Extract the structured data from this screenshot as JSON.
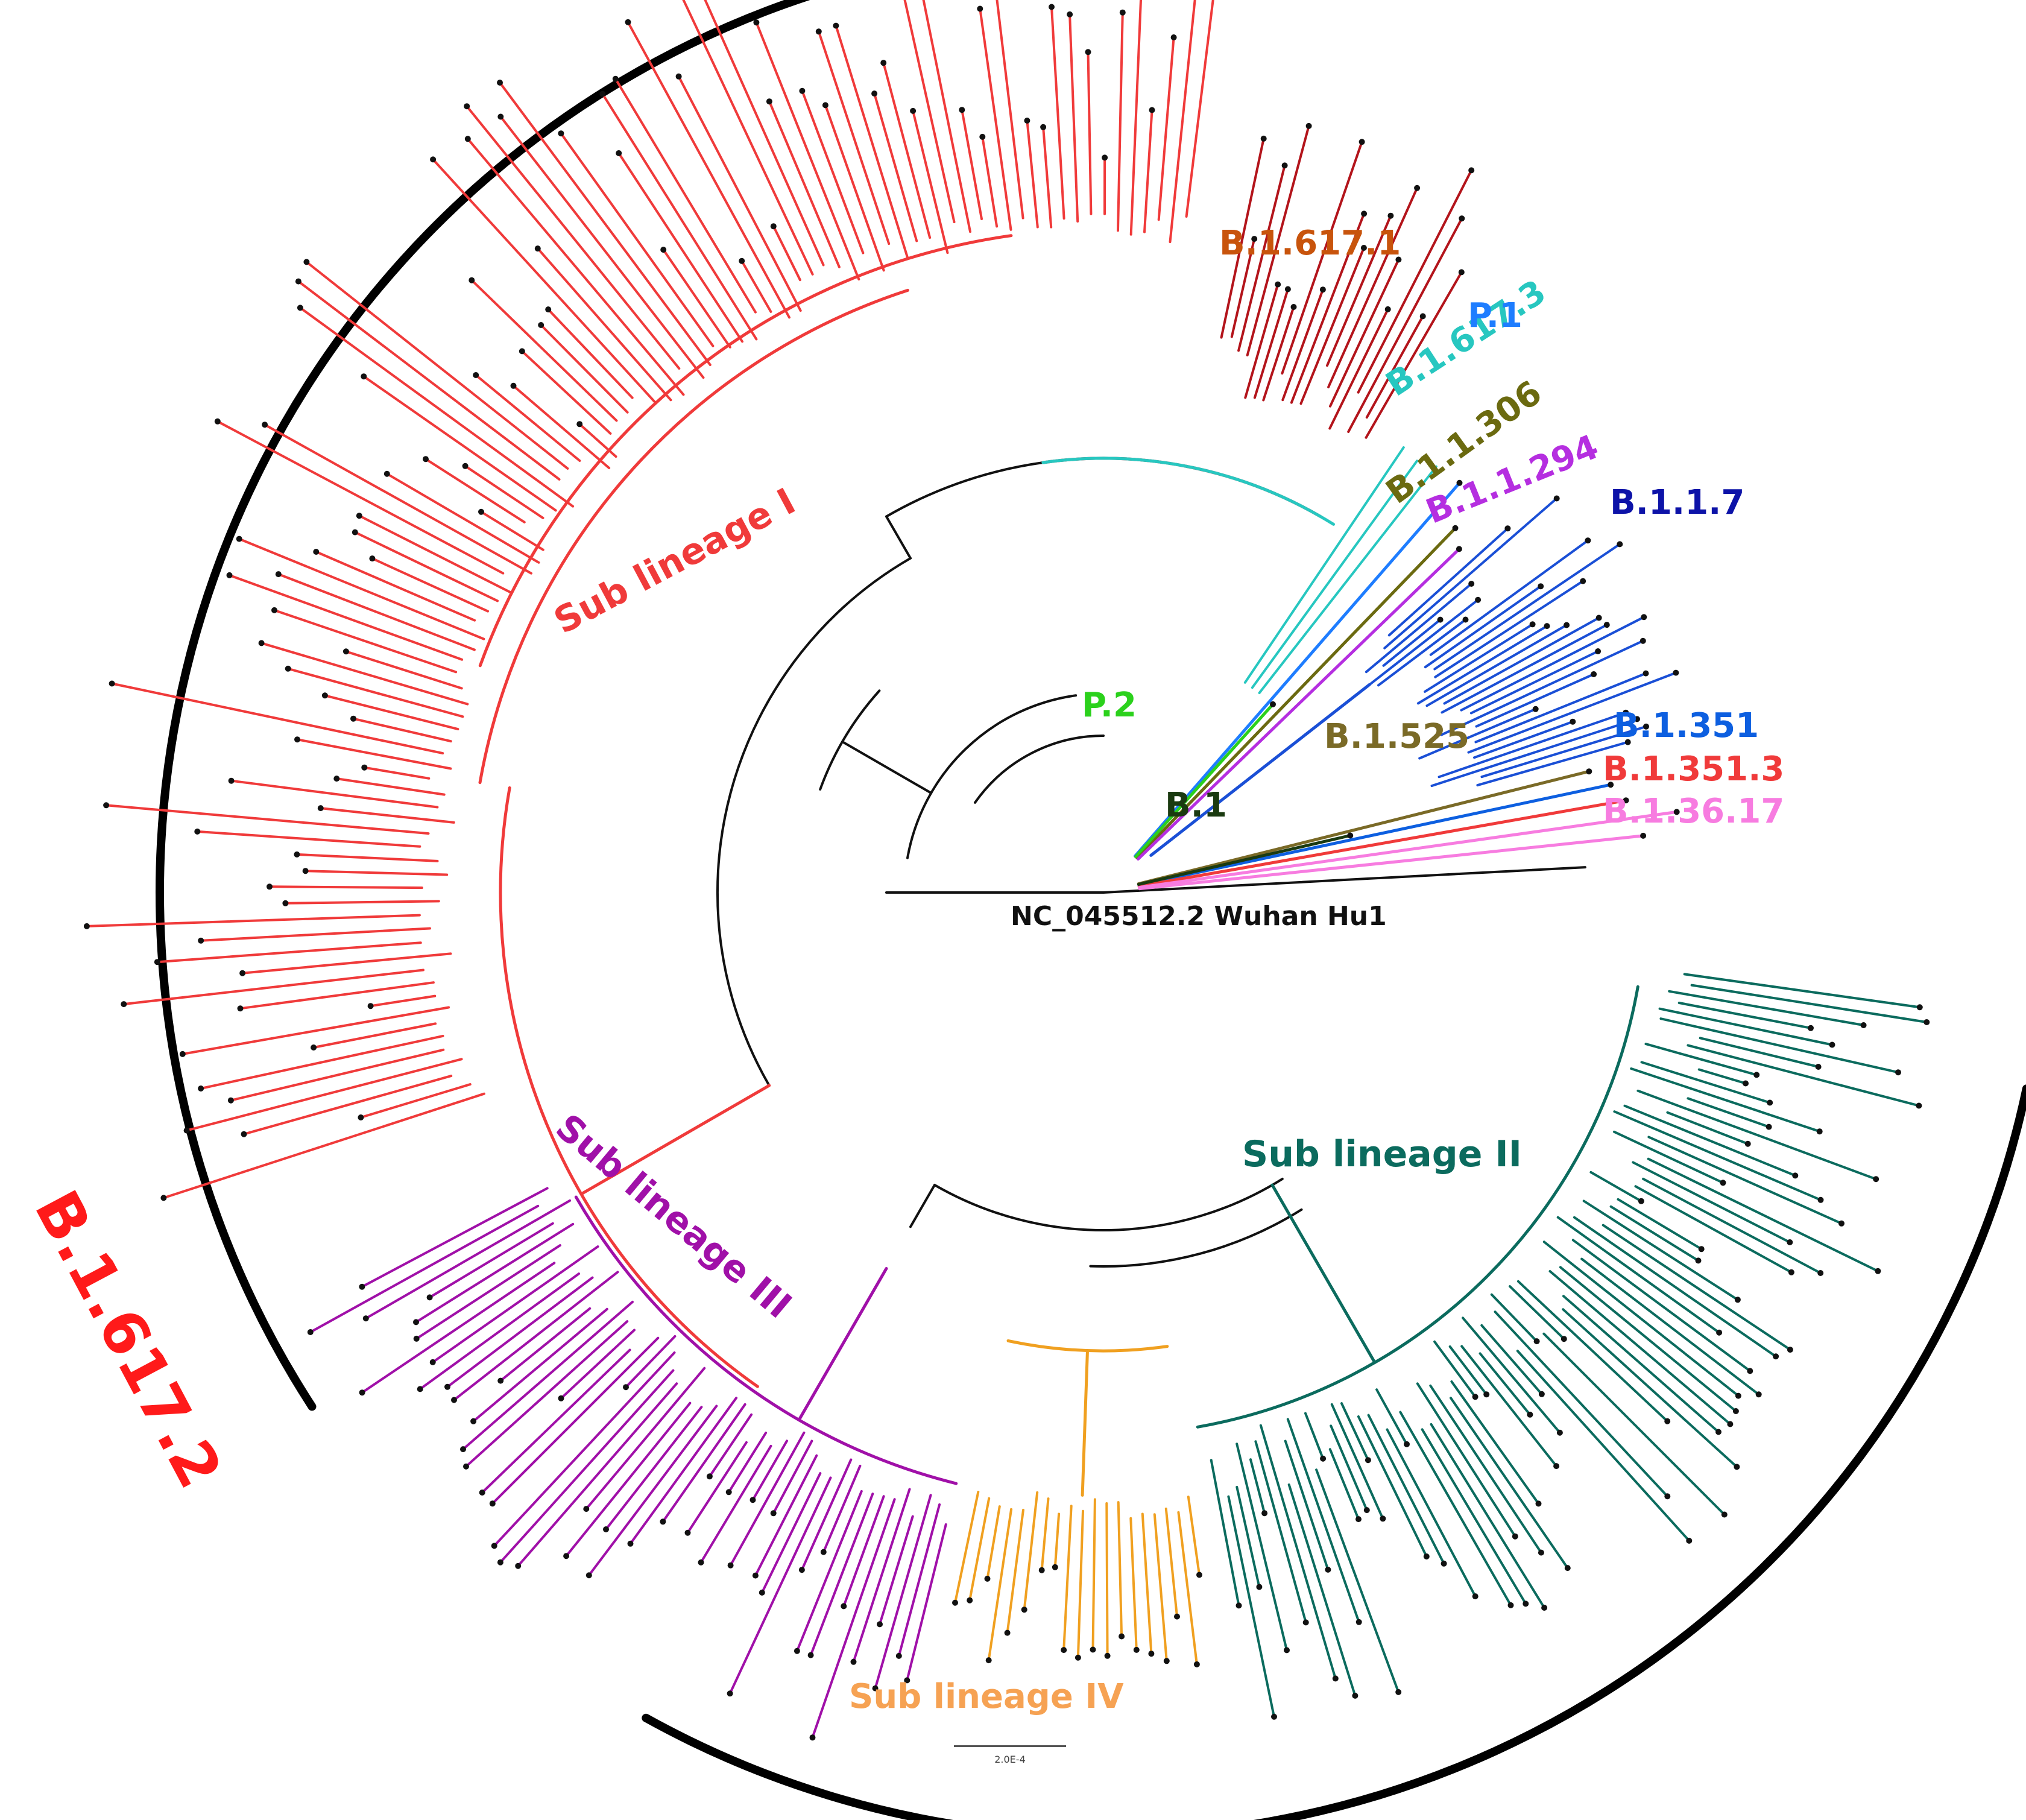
{
  "figure": {
    "outer_clade_label": "B.1.617.2",
    "reference_label": "NC_045512.2 Wuhan Hu1",
    "scale_bar_label": "2.0E-4",
    "sublineages": [
      {
        "label": "Sub lineage I",
        "color": "#f03a3a"
      },
      {
        "label": "Sub lineage II",
        "color": "#0b6b5e"
      },
      {
        "label": "Sub lineage III",
        "color": "#a010a8"
      },
      {
        "label": "Sub lineage IV",
        "color": "#f6a253"
      }
    ],
    "lineages": [
      {
        "label": "B.1.617.1",
        "color": "#c8540c"
      },
      {
        "label": "B.1.617.3",
        "color": "#27c7c0"
      },
      {
        "label": "P.1",
        "color": "#1e7dff"
      },
      {
        "label": "B.1.1.306",
        "color": "#6b6a10"
      },
      {
        "label": "B.1.1.294",
        "color": "#b52ee0"
      },
      {
        "label": "B.1.1.7",
        "color": "#0d13a8"
      },
      {
        "label": "P.2",
        "color": "#2bd11c"
      },
      {
        "label": "B.1.525",
        "color": "#7a6a27"
      },
      {
        "label": "B.1.351",
        "color": "#0d5fe0"
      },
      {
        "label": "B.1.351.3",
        "color": "#f03a3a"
      },
      {
        "label": "B.1.36.17",
        "color": "#f77ce0"
      },
      {
        "label": "B.1",
        "color": "#1a3a10"
      }
    ]
  }
}
